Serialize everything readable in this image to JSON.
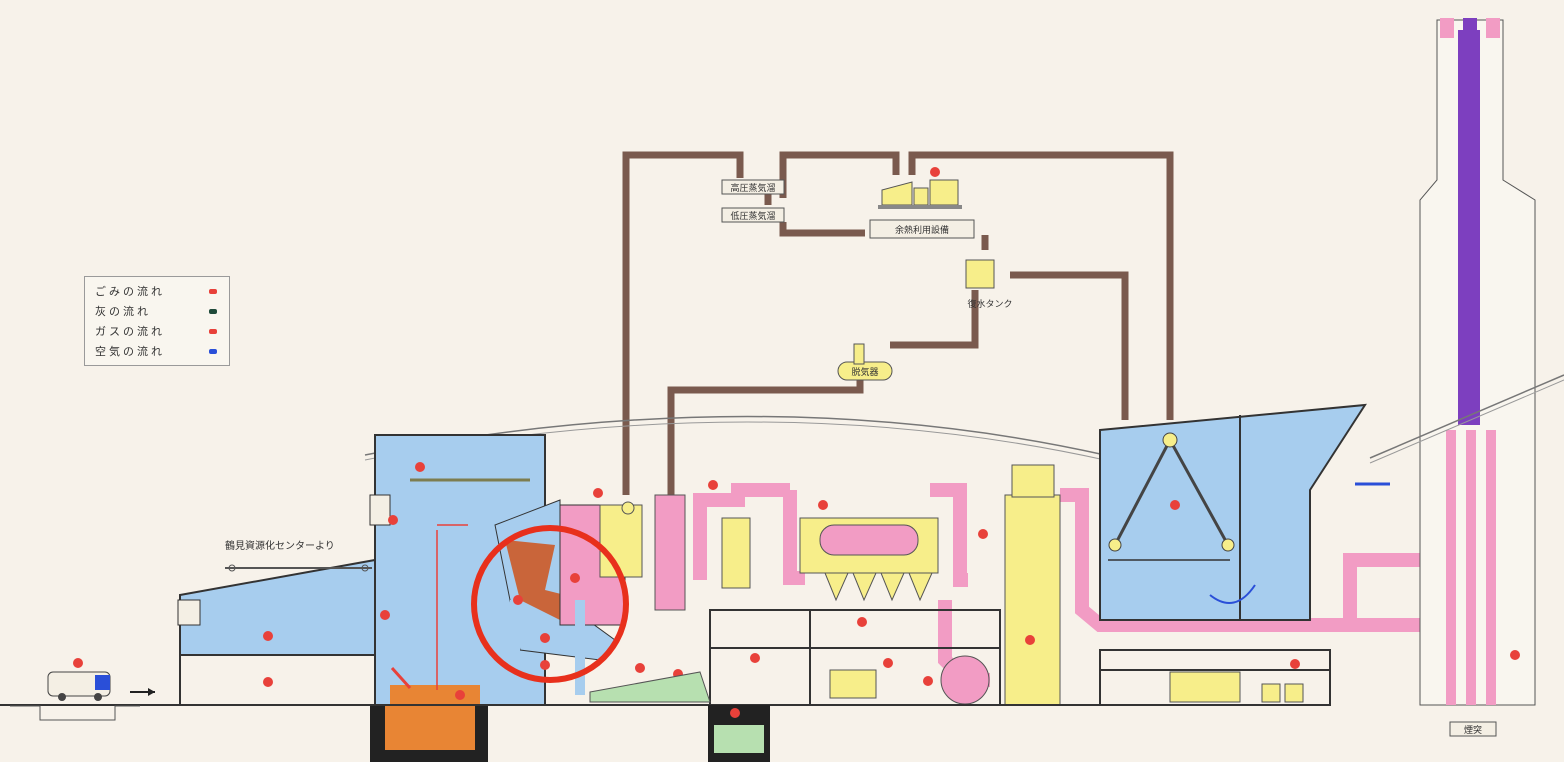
{
  "legend": {
    "items": [
      {
        "label": "ごみの流れ",
        "color": "#e8413a"
      },
      {
        "label": "灰の流れ",
        "color": "#1f4a3a"
      },
      {
        "label": "ガスの流れ",
        "color": "#e8413a"
      },
      {
        "label": "空気の流れ",
        "color": "#2a4fd8"
      }
    ]
  },
  "labels": {
    "high_pressure_header": "高圧蒸気溜",
    "low_pressure_header": "低圧蒸気溜",
    "waste_heat": "余熱利用設備",
    "condensate_tank": "復水タンク",
    "deaerator": "脱気器",
    "from_center": "鶴見資源化センターより",
    "stack": "煙突"
  },
  "colors": {
    "steam_pipe": "#7a5a4e",
    "water": "#a7cdee",
    "gas_duct": "#f29cc4",
    "equipment": "#f7ee8a",
    "flame": "#c9653a",
    "highlight": "#e8301c",
    "chimney_flue": "#7d3fbf"
  }
}
